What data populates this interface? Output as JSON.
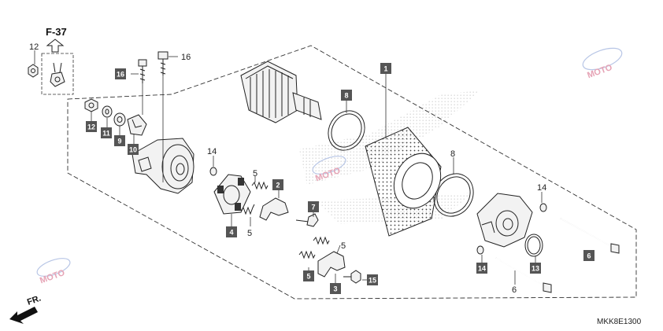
{
  "diagram": {
    "figure_ref": "F-37",
    "part_code": "MKK8E1300",
    "front_label": "FR.",
    "watermark": "MOTO",
    "callouts": [
      {
        "id": "c12a",
        "label": "12",
        "boxed": false
      },
      {
        "id": "c16a",
        "label": "16",
        "boxed": true
      },
      {
        "id": "c16b",
        "label": "16",
        "boxed": false
      },
      {
        "id": "c12b",
        "label": "12",
        "boxed": true
      },
      {
        "id": "c11",
        "label": "11",
        "boxed": true
      },
      {
        "id": "c9",
        "label": "9",
        "boxed": true
      },
      {
        "id": "c10",
        "label": "10",
        "boxed": true
      },
      {
        "id": "c14a",
        "label": "14",
        "boxed": false
      },
      {
        "id": "c5a",
        "label": "5",
        "boxed": false
      },
      {
        "id": "c2",
        "label": "2",
        "boxed": true
      },
      {
        "id": "c4",
        "label": "4",
        "boxed": true
      },
      {
        "id": "c5b",
        "label": "5",
        "boxed": false
      },
      {
        "id": "c7",
        "label": "7",
        "boxed": true
      },
      {
        "id": "c5c",
        "label": "5",
        "boxed": false
      },
      {
        "id": "c5d",
        "label": "5",
        "boxed": true
      },
      {
        "id": "c3",
        "label": "3",
        "boxed": true
      },
      {
        "id": "c15",
        "label": "15",
        "boxed": true
      },
      {
        "id": "c8a",
        "label": "8",
        "boxed": true
      },
      {
        "id": "c1",
        "label": "1",
        "boxed": true
      },
      {
        "id": "c8b",
        "label": "8",
        "boxed": false
      },
      {
        "id": "c14b",
        "label": "14",
        "boxed": false
      },
      {
        "id": "c14c",
        "label": "14",
        "boxed": true
      },
      {
        "id": "c13",
        "label": "13",
        "boxed": true
      },
      {
        "id": "c6a",
        "label": "6",
        "boxed": true
      },
      {
        "id": "c6b",
        "label": "6",
        "boxed": false
      }
    ]
  }
}
